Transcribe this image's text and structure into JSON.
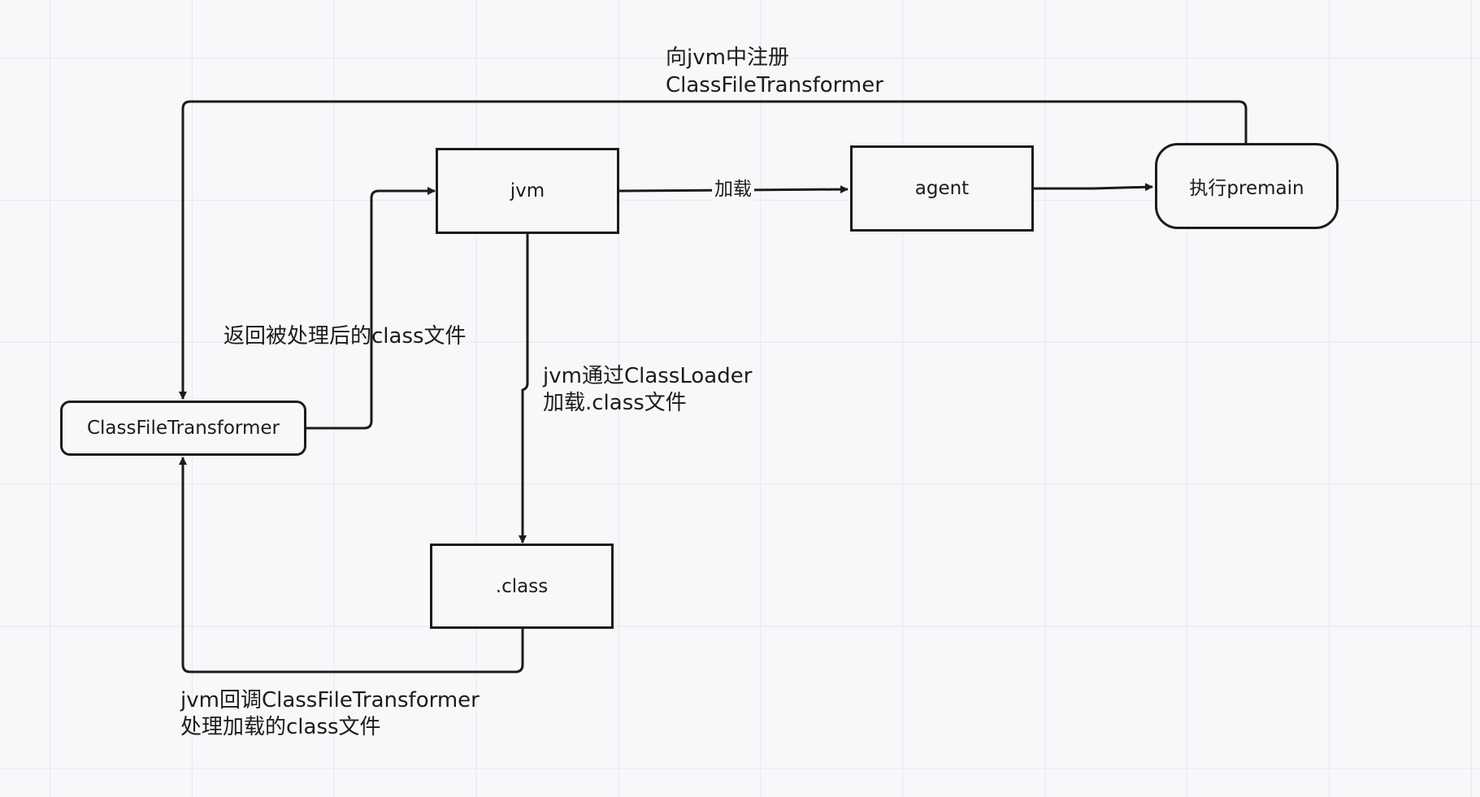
{
  "nodes": {
    "jvm": "jvm",
    "agent": "agent",
    "premain": "执行premain",
    "transformer": "ClassFileTransformer",
    "class_file": ".class"
  },
  "edges": {
    "load_agent": "加载",
    "register_line1": "向jvm中注册",
    "register_line2": "ClassFileTransformer",
    "return_class": "返回被处理后的class文件",
    "classloader_line1": "jvm通过ClassLoader",
    "classloader_line2": "加载.class文件",
    "callback_line1": "jvm回调ClassFileTransformer",
    "callback_line2": "处理加载的class文件"
  },
  "colors": {
    "background": "#f7f8fa",
    "grid": "#e6e8ec",
    "stroke": "#1f1a1c"
  }
}
